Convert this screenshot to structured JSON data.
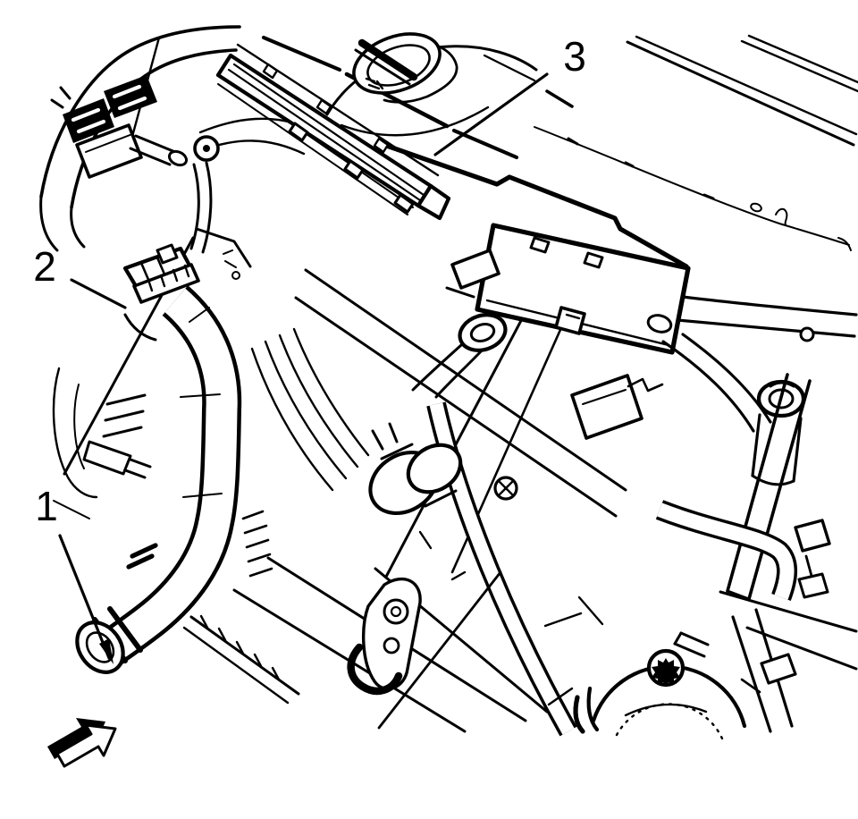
{
  "figure": {
    "kind": "technical line illustration",
    "subject": "Engine compartment component location view",
    "background_color": "#ffffff",
    "ink_color": "#000000"
  },
  "callouts": [
    {
      "label": "1",
      "points_to": "duct-open-end"
    },
    {
      "label": "2",
      "points_to": "duct-clamp-connector"
    },
    {
      "label": "3",
      "points_to": "engine-cover"
    }
  ],
  "direction_arrow": {
    "glyph": "block-arrow-up-right"
  }
}
